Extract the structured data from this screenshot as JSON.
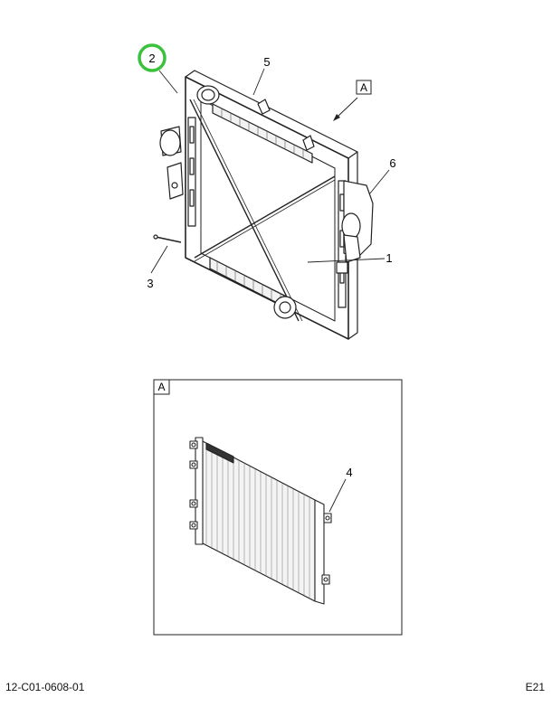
{
  "callouts": {
    "c1": "1",
    "c2": "2",
    "c3": "3",
    "c4": "4",
    "c5": "5",
    "c6": "6"
  },
  "view_marker": "A",
  "detail_label": "A",
  "footer": {
    "drawing_number": "12-C01-0608-01",
    "page_code": "E21"
  },
  "colors": {
    "highlight_ring": "#3cc13c",
    "line": "#222222"
  }
}
